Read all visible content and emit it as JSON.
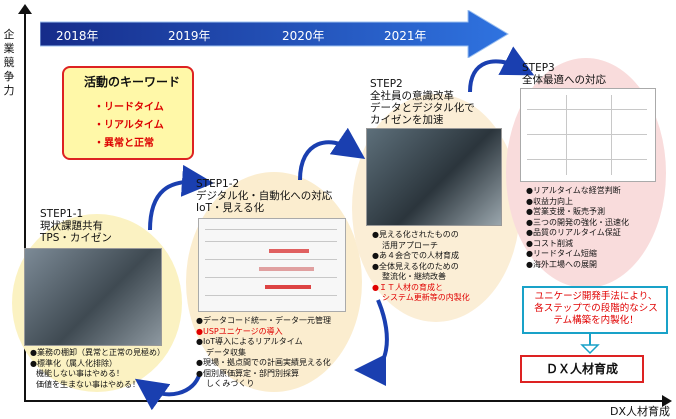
{
  "axes": {
    "y_label": "企業競争力",
    "x_label": "DX人材育成"
  },
  "years": [
    "2018年",
    "2019年",
    "2020年",
    "2021年"
  ],
  "keywords": {
    "title": "活動のキーワード",
    "items": [
      "・リードタイム",
      "・リアルタイム",
      "・異常と正常"
    ]
  },
  "step1_1": {
    "title_lines": [
      "STEP1-1",
      "現状課題共有",
      "TPS・カイゼン"
    ],
    "bullets": [
      "●業務の棚卸（異常と正常の見極め）",
      "●標準化（属人化排除）",
      "機能しない事はやめる！",
      "価値を生まない事はやめる！"
    ]
  },
  "step1_2": {
    "title_lines": [
      "STEP1-2",
      "デジタル化・自動化への対応",
      "IoT・見える化"
    ],
    "bullets": [
      "●データコード統一・データ一元管理",
      "●USPユニケージの導入",
      "●IoT導入によるリアルタイム",
      "データ収集",
      "●現場・拠点間での計画実績見える化",
      "●個別原価算定・部門別採算",
      "しくみづくり"
    ]
  },
  "step2": {
    "title_lines": [
      "STEP2",
      "全社員の意識改革",
      "データとデジタル化で",
      "カイゼンを加速"
    ],
    "bullets": [
      "●見える化されたものの",
      "活用アプローチ",
      "●あ４会合での人材育成",
      "●全体見える化のための",
      "整流化・継続改善",
      "●ＩＴ人材の育成と",
      "システム更新等の内製化"
    ]
  },
  "step3": {
    "title_lines": [
      "STEP3",
      "全体最適への対応"
    ],
    "bullets": [
      "●リアルタイムな経営判断",
      "●収益力向上",
      "●営業支援・販売予測",
      "●三つの開発の強化・迅速化",
      "●品質のリアルタイム保証",
      "●コスト削減",
      "●リードタイム短縮",
      "●海外工場への展開"
    ]
  },
  "callout": {
    "text": "ユニケージ開発手法により、各ステップでの段階的なシステム構築を内製化！"
  },
  "dx_box": {
    "label": "ＤＸ人材育成"
  },
  "colors": {
    "accent_red": "#e00000",
    "arrow_blue": "#1a3fb0",
    "callout_border": "#19a2c8"
  }
}
